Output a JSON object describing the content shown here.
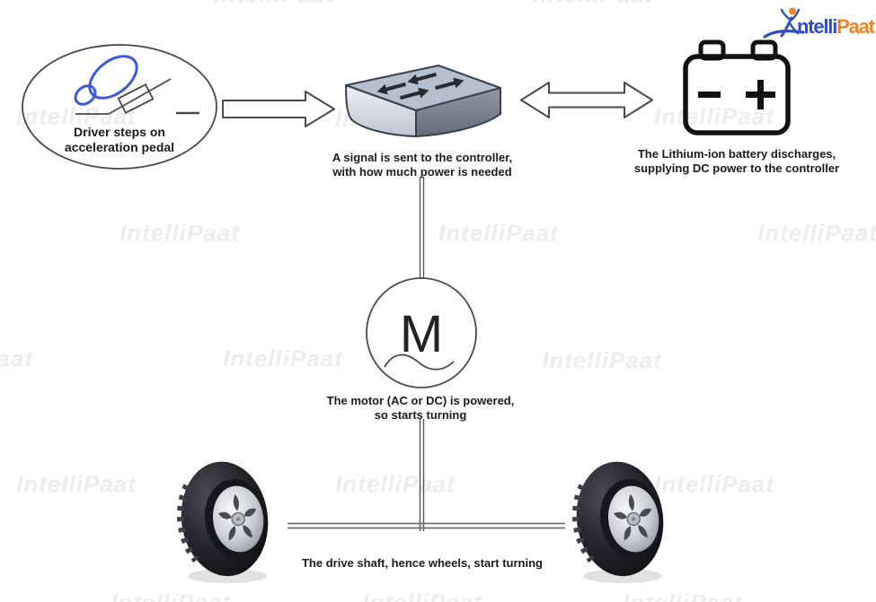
{
  "watermark": {
    "text": "IntelliPaat"
  },
  "logo": {
    "part1": "ntelli",
    "part2": "Paat"
  },
  "diagram": {
    "pedal": {
      "caption_line1": "Driver steps on",
      "caption_line2": "acceleration pedal"
    },
    "controller": {
      "caption_line1": "A signal is sent to the controller,",
      "caption_line2": "with how much power is needed"
    },
    "battery": {
      "caption_line1": "The Lithium-ion battery discharges,",
      "caption_line2": "supplying DC power to the controller"
    },
    "motor": {
      "symbol": "M",
      "caption_line1": "The motor (AC or DC) is powered,",
      "caption_line2": "so starts turning"
    },
    "drive_shaft": {
      "caption": "The drive shaft, hence wheels, start turning"
    }
  },
  "colors": {
    "caption_text": "#1c1c1c",
    "outline_gray": "#4a4a4a",
    "footprint_blue": "#3b5bdb",
    "controller_top": "#b6bfce",
    "controller_side_dark": "#6b7383",
    "battery_black": "#111111",
    "logo_blue": "#2d4fc0",
    "logo_orange": "#f5831f",
    "watermark_gray": "#e7e8eb"
  },
  "icons": {
    "pedal_icon": "foot-on-pedal-icon",
    "controller_icon": "network-switch-icon",
    "battery_icon": "battery-icon",
    "motor_icon": "motor-circle-icon",
    "wheel_icon": "tire-wheel-icon",
    "arrow_icon": "block-arrow-icon"
  }
}
